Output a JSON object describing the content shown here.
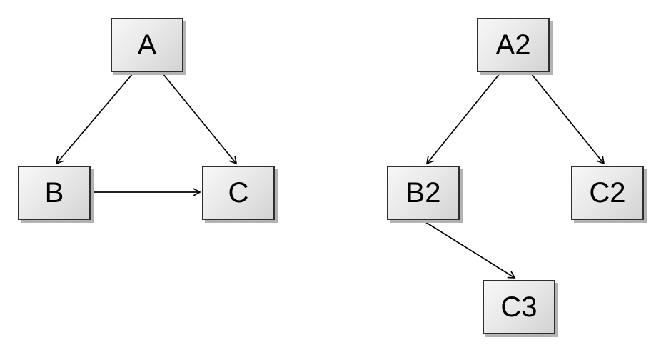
{
  "diagram": {
    "background_color": "#ffffff",
    "node_style": {
      "fill_top": "#f7f7f7",
      "fill_bottom": "#d3d3d3",
      "border_color": "#2e2e2e",
      "shadow_color": "#b3b3b3",
      "text_color": "#000000"
    },
    "edge_color": "#000000",
    "graphs": [
      {
        "name": "left-graph",
        "nodes": [
          {
            "id": "A",
            "label": "A"
          },
          {
            "id": "B",
            "label": "B"
          },
          {
            "id": "C",
            "label": "C"
          }
        ],
        "edges": [
          {
            "from": "A",
            "to": "B"
          },
          {
            "from": "A",
            "to": "C"
          },
          {
            "from": "B",
            "to": "C"
          }
        ]
      },
      {
        "name": "right-graph",
        "nodes": [
          {
            "id": "A2",
            "label": "A2"
          },
          {
            "id": "B2",
            "label": "B2"
          },
          {
            "id": "C2",
            "label": "C2"
          },
          {
            "id": "C3",
            "label": "C3"
          }
        ],
        "edges": [
          {
            "from": "A2",
            "to": "B2"
          },
          {
            "from": "A2",
            "to": "C2"
          },
          {
            "from": "B2",
            "to": "C3"
          }
        ]
      }
    ]
  }
}
